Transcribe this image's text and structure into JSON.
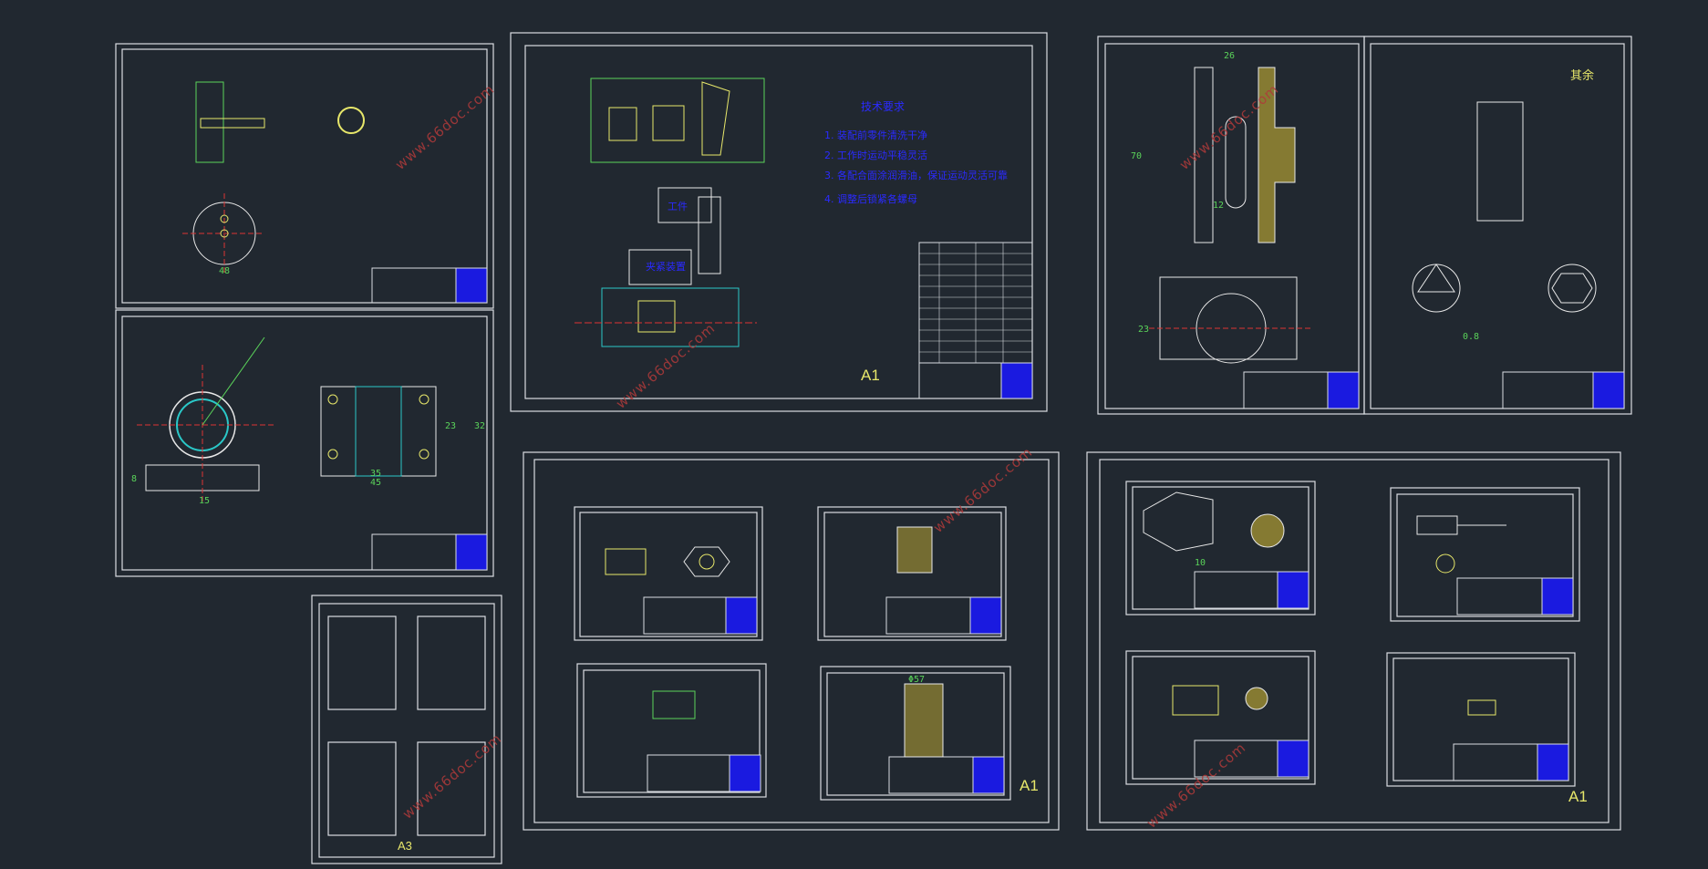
{
  "sheet_labels": {
    "a1_top": "A1",
    "a1_mid": "A1",
    "a1_right": "A1",
    "a3": "A3"
  },
  "watermark": "www.66doc.com",
  "dims": {
    "d48": "48",
    "d15": "15",
    "d8": "8",
    "d35": "35",
    "d45": "45",
    "d23": "23",
    "d32": "32",
    "d26": "26",
    "d70": "70",
    "d12": "12",
    "d23b": "23",
    "d0_8": "0.8",
    "d57": "Φ57",
    "d10": "10"
  },
  "notes": {
    "title": "技术要求",
    "n1": "1. 装配前零件清洗干净",
    "n2": "2. 工作时运动平稳灵活",
    "n3": "3. 各配合面涂润滑油，保证运动灵活可靠",
    "n4": "4. 调整后锁紧各螺母",
    "box1": "工件",
    "box2": "夹紧装置"
  },
  "roughness": "其余"
}
